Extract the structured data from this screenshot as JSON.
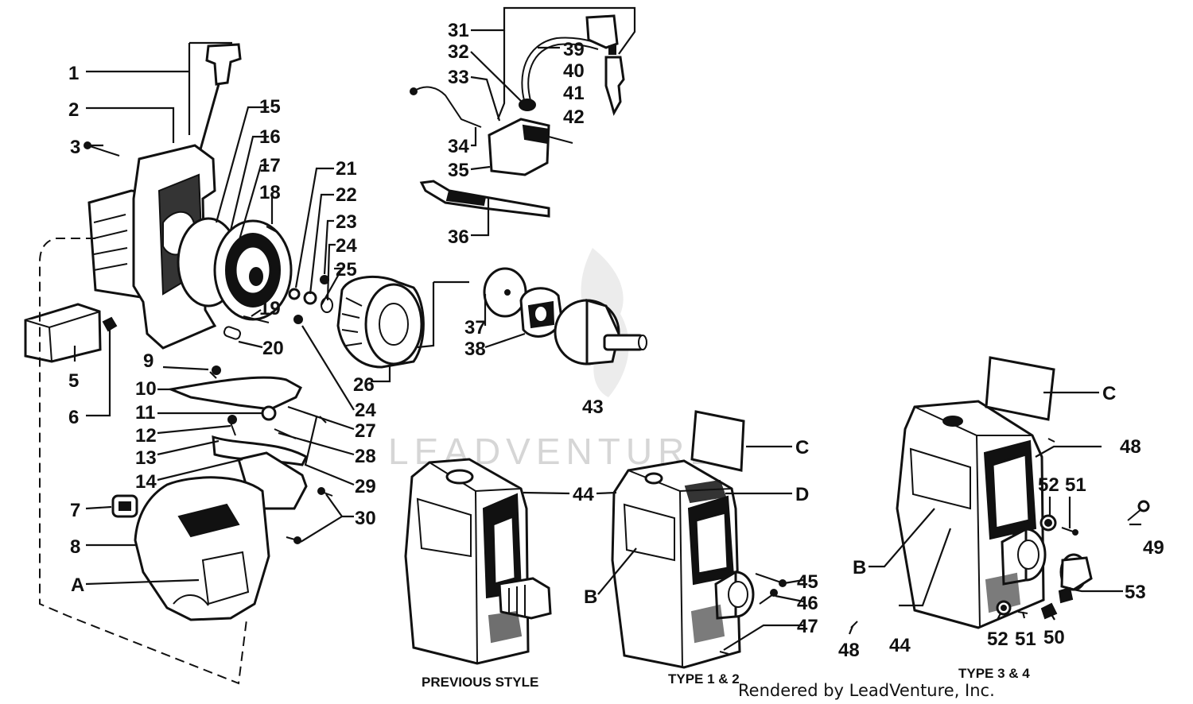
{
  "diagram": {
    "callouts": {
      "c1": "1",
      "c2": "2",
      "c3": "3",
      "c5": "5",
      "c6": "6",
      "c7": "7",
      "c8": "8",
      "c9": "9",
      "c10": "10",
      "c11": "11",
      "c12": "12",
      "c13": "13",
      "c14": "14",
      "c15": "15",
      "c16": "16",
      "c17": "17",
      "c18": "18",
      "c19": "19",
      "c20": "20",
      "c21": "21",
      "c22": "22",
      "c23": "23",
      "c24a": "24",
      "c24b": "24",
      "c25": "25",
      "c26": "26",
      "c27": "27",
      "c28": "28",
      "c29": "29",
      "c30": "30",
      "c31": "31",
      "c32": "32",
      "c33": "33",
      "c34": "34",
      "c35": "35",
      "c36": "36",
      "c37": "37",
      "c38": "38",
      "c39": "39",
      "c40": "40",
      "c41": "41",
      "c42": "42",
      "c43": "43",
      "c44a": "44",
      "c44b": "44",
      "c45": "45",
      "c46": "46",
      "c47": "47",
      "c48a": "48",
      "c48b": "48",
      "c49": "49",
      "c50": "50",
      "c51a": "51",
      "c51b": "51",
      "c52a": "52",
      "c52b": "52",
      "c53": "53",
      "cA": "A",
      "cB1": "B",
      "cB2": "B",
      "cC1": "C",
      "cC2": "C",
      "cD": "D"
    },
    "captions": {
      "previous_style": "PREVIOUS STYLE",
      "type_1_2": "TYPE 1 & 2",
      "type_3_4": "TYPE 3 & 4"
    },
    "watermark": "LEADVENTURE",
    "render_note": "Rendered by LeadVenture, Inc."
  }
}
